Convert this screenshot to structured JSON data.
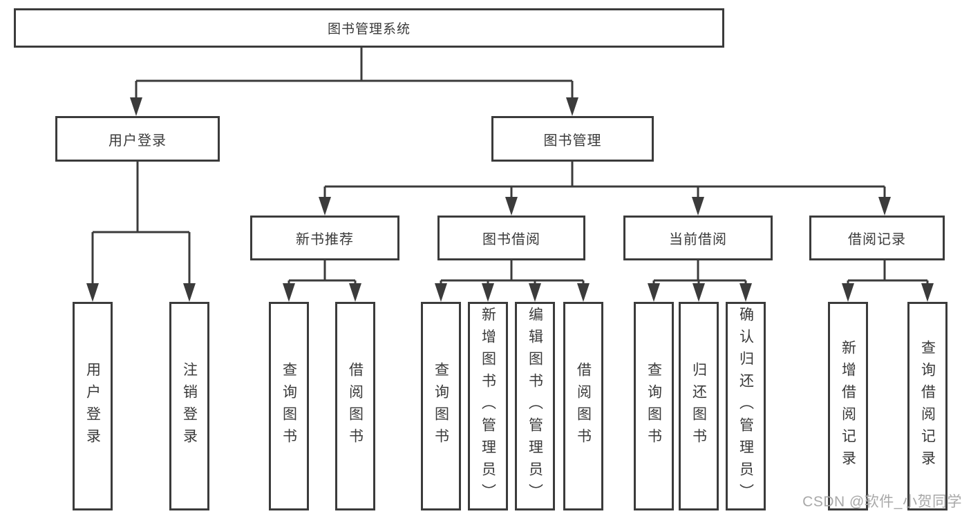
{
  "watermark": "CSDN @软件_小贺同学",
  "colors": {
    "line": "#3b3b3b",
    "text": "#3a3a3a",
    "watermark_text": "#a8a8a8",
    "background": "#ffffff"
  },
  "tree": {
    "root": {
      "label": "图书管理系统",
      "children": [
        {
          "label": "用户登录",
          "children": [
            {
              "label": "用户登录"
            },
            {
              "label": "注销登录"
            }
          ]
        },
        {
          "label": "图书管理",
          "children": [
            {
              "label": "新书推荐",
              "children": [
                {
                  "label": "查询图书"
                },
                {
                  "label": "借阅图书"
                }
              ]
            },
            {
              "label": "图书借阅",
              "children": [
                {
                  "label": "查询图书"
                },
                {
                  "label": "新增图书（管理员）"
                },
                {
                  "label": "编辑图书（管理员）"
                },
                {
                  "label": "借阅图书"
                }
              ]
            },
            {
              "label": "当前借阅",
              "children": [
                {
                  "label": "查询图书"
                },
                {
                  "label": "归还图书"
                },
                {
                  "label": "确认归还（管理员）"
                }
              ]
            },
            {
              "label": "借阅记录",
              "children": [
                {
                  "label": "新增借阅记录"
                },
                {
                  "label": "查询借阅记录"
                }
              ]
            }
          ]
        }
      ]
    }
  }
}
